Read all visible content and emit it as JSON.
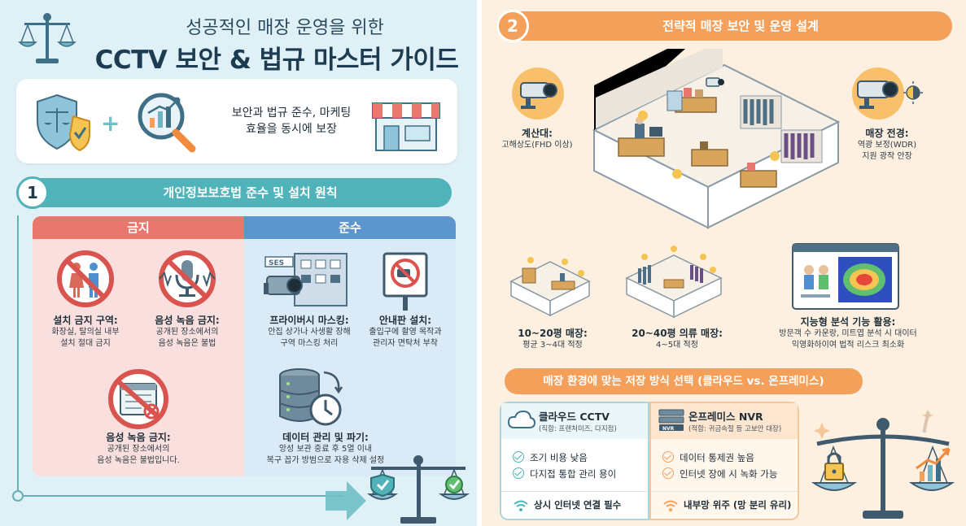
{
  "header": {
    "title_line1": "성공적인 매장 운영을 위한",
    "title_line2": "CCTV 보안 & 법규 마스터 가이드"
  },
  "intro": {
    "text": "보안과 법규 준수, 마케팅 효율을 동시에 보장"
  },
  "section1": {
    "number": "1",
    "title": "개인정보보호법 준수 및 설치 원칙",
    "forbid_header": "금지",
    "comply_header": "준수",
    "forbid_items": [
      {
        "title": "설치 금지 구역:",
        "desc": "화장실, 탈의실 내부\n설치 절대 금지"
      },
      {
        "title": "음성 녹음 금지:",
        "desc": "공개된 장소에서의\n음성 녹음은 불법"
      },
      {
        "title": "음성 녹음 금지:",
        "desc": "공개된 장소에서의\n음성 녹음은 불법입니다."
      }
    ],
    "comply_items": [
      {
        "title": "프라이버시 마스킹:",
        "desc": "안집 상가나 사생활 장해\n구역 마스킹 처리"
      },
      {
        "title": "안내판 설치:",
        "desc": "출입구에 촬영 목작과\n관리자 면탁처 부착"
      },
      {
        "title": "데이터 관리 및 파기:",
        "desc": "앙성 보관 중료 후 5열 이내\n복구 꼽가 방범으로 자용 삭제 설정"
      }
    ]
  },
  "section2": {
    "number": "2",
    "title": "전략적 매장 보안 및 운영 설계",
    "cameras": [
      {
        "title": "계산대:",
        "desc": "고해상도(FHD 이상)"
      },
      {
        "title": "매장 전경:",
        "desc": "역광 보정(WDR)\n지원 광작 안장"
      }
    ],
    "store_sizes": [
      {
        "title": "10~20평 매장:",
        "desc": "평균 3~4대 적정"
      },
      {
        "title": "20~40평 의류 매장:",
        "desc": "4~5대 적정"
      },
      {
        "title": "지능형 분석 기능 활용:",
        "desc": "방문객 수 카운랑, 미트엽 분석 시 대이터\n익영화하이여 법적 리스크 최소화"
      }
    ],
    "storage_title": "매장 환경에 맞는 저장 방식 선택 (클라우드 vs. 온프레미스)",
    "cloud": {
      "title": "클라우드 CCTV",
      "sub": "(직합: 프랜처미즈, 다지점)",
      "checks": [
        "조기 비용 낮음",
        "다지접 통합 관리 용이"
      ],
      "footer": "상시 인터넷 연결 필수"
    },
    "onprem": {
      "title": "온프레미스 NVR",
      "sub": "(적합: 귀금속절 등 고보안 대장)",
      "badge": "NVR",
      "checks": [
        "데이터 통제권 높음",
        "인터넷 장에 시 녹화 가능"
      ],
      "footer": "내부망 위주 (망 분리 유리)"
    },
    "sign_text": "SES"
  },
  "colors": {
    "teal": "#4fb3b9",
    "orange": "#f4a05b",
    "forbid_red": "#e8786d",
    "comply_blue": "#5d95cf"
  }
}
